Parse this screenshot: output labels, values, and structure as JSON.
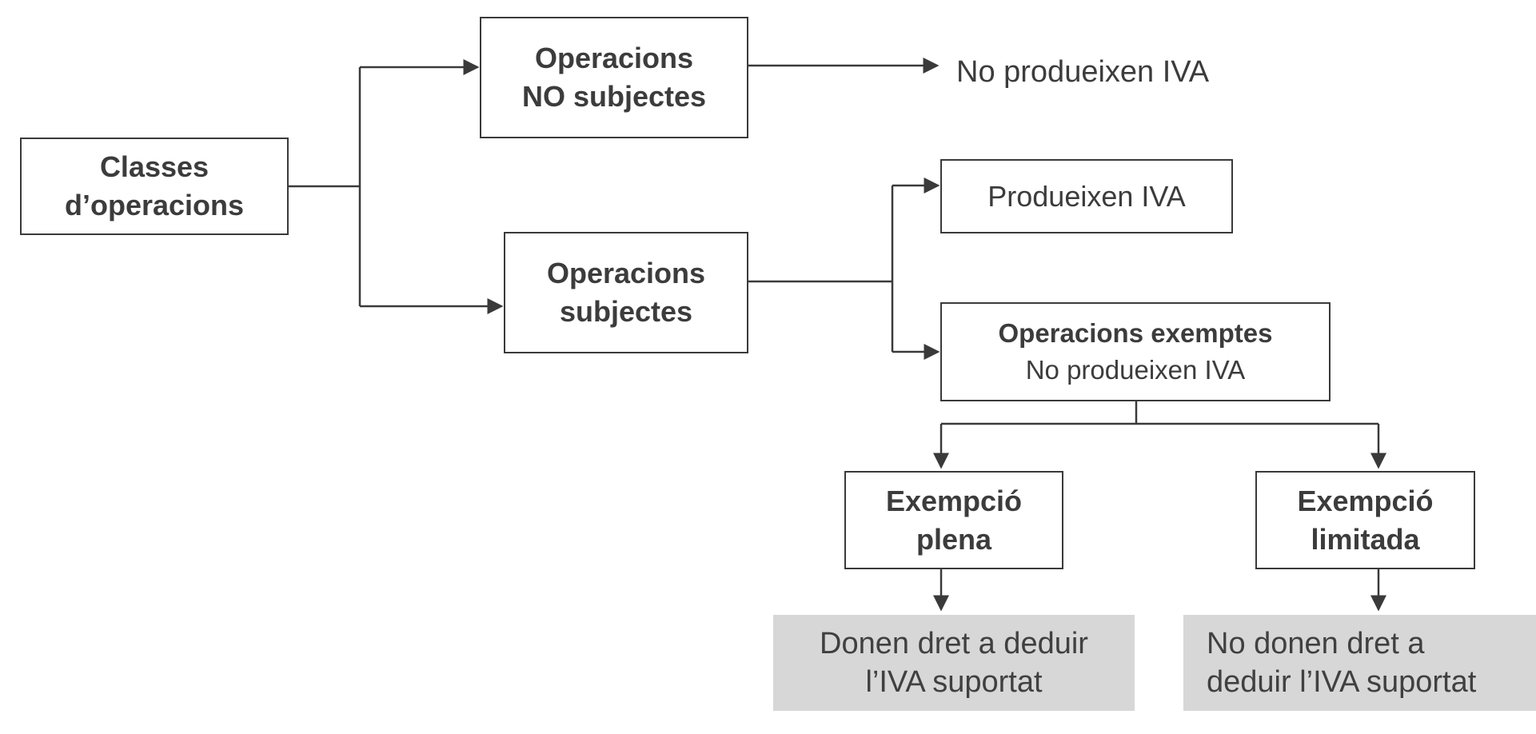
{
  "diagram": {
    "root": {
      "line1": "Classes",
      "line2": "d’operacions"
    },
    "no_subject": {
      "line1": "Operacions",
      "line2": "NO subjectes"
    },
    "no_subject_result": "No produeixen IVA",
    "subject": {
      "line1": "Operacions",
      "line2": "subjectes"
    },
    "produce_vat": "Produeixen IVA",
    "exempt": {
      "line1": "Operacions exemptes",
      "line2": "No produeixen IVA"
    },
    "full_exemption": {
      "line1": "Exempció",
      "line2": "plena"
    },
    "limited_exemption": {
      "line1": "Exempció",
      "line2": "limitada"
    },
    "full_result": {
      "line1": "Donen dret a deduir",
      "line2": "l’IVA suportat"
    },
    "limited_result": {
      "line1": "No donen dret a",
      "line2": "deduir l’IVA suportat"
    }
  },
  "colors": {
    "line": "#3a3a3a",
    "text": "#3c3c3c",
    "result_fill": "#d7d7d7"
  }
}
